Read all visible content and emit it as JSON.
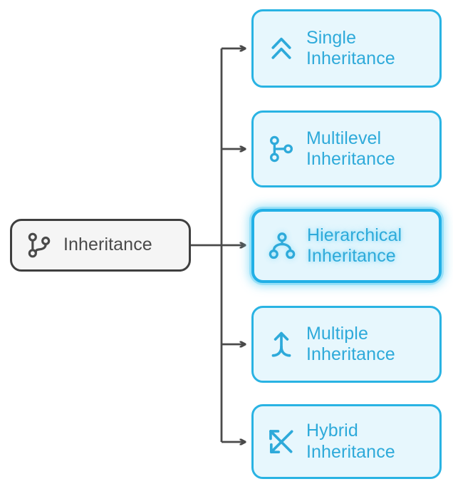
{
  "diagram": {
    "type": "mindmap-tree",
    "orientation": "left-to-right",
    "colors": {
      "card_border": "#29b3e3",
      "card_fill": "#e7f7fd",
      "card_text": "#2eaada",
      "root_border": "#3f3f3f",
      "root_fill": "#f5f5f5",
      "root_text": "#4a4a4a",
      "connector": "#4a4a4a",
      "selected_glow": "#78d7f5"
    },
    "root": {
      "label": "Inheritance",
      "icon": "git-branch-icon"
    },
    "children": [
      {
        "label_line1": "Single",
        "label_line2": "Inheritance",
        "icon": "double-chevron-up-icon",
        "selected": false
      },
      {
        "label_line1": "Multilevel",
        "label_line2": "Inheritance",
        "icon": "git-branch-icon",
        "selected": false
      },
      {
        "label_line1": "Hierarchical",
        "label_line2": "Inheritance",
        "icon": "hierarchy-tree-icon",
        "selected": true
      },
      {
        "label_line1": "Multiple",
        "label_line2": "Inheritance",
        "icon": "merge-arrow-up-icon",
        "selected": false
      },
      {
        "label_line1": "Hybrid",
        "label_line2": "Inheritance",
        "icon": "crossing-diagonal-arrows-icon",
        "selected": false
      }
    ]
  }
}
